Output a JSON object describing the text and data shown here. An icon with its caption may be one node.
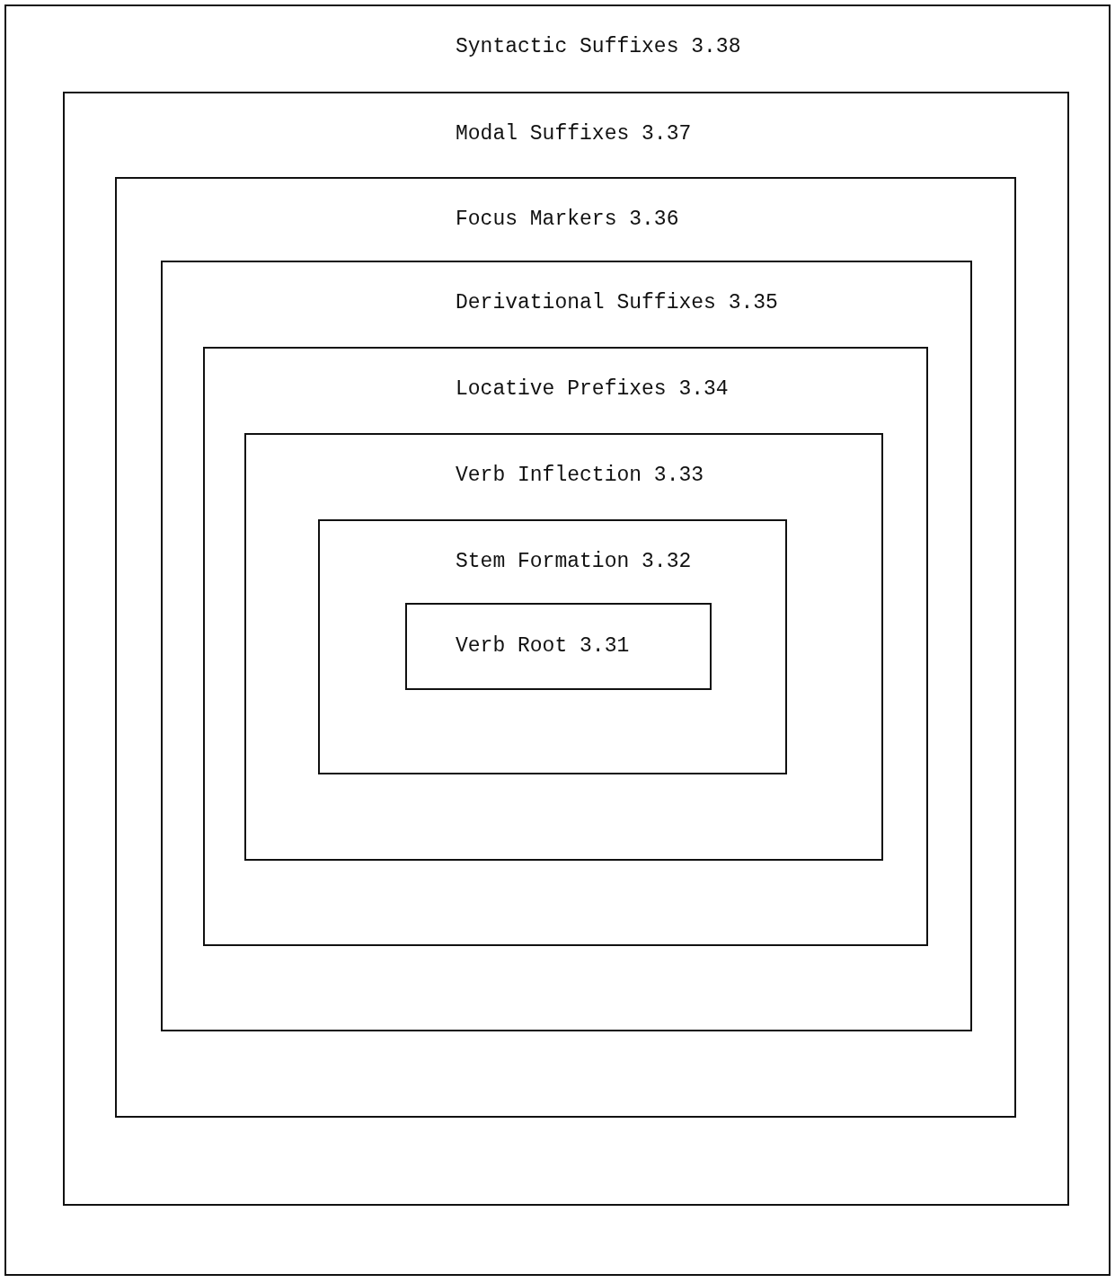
{
  "diagram": {
    "nodes": [
      {
        "text": [
          "Syntactic Suffixes 3.38"
        ]
      },
      {
        "text": [
          "Modal Suffixes 3.37"
        ],
        "in": 0
      },
      {
        "text": [
          "Focus Markers 3.36"
        ],
        "in": 1
      },
      {
        "text": [
          "Derivational Suffixes 3.35"
        ],
        "in": 2
      },
      {
        "text": [
          "Locative Prefixes 3.34"
        ],
        "in": 3
      },
      {
        "text": [
          "Verb Inflection 3.33"
        ],
        "in": 4
      },
      {
        "text": [
          "Stem Formation 3.32"
        ],
        "in": 5
      },
      {
        "text": [
          "Verb Root 3.31"
        ],
        "in": 6
      }
    ]
  }
}
